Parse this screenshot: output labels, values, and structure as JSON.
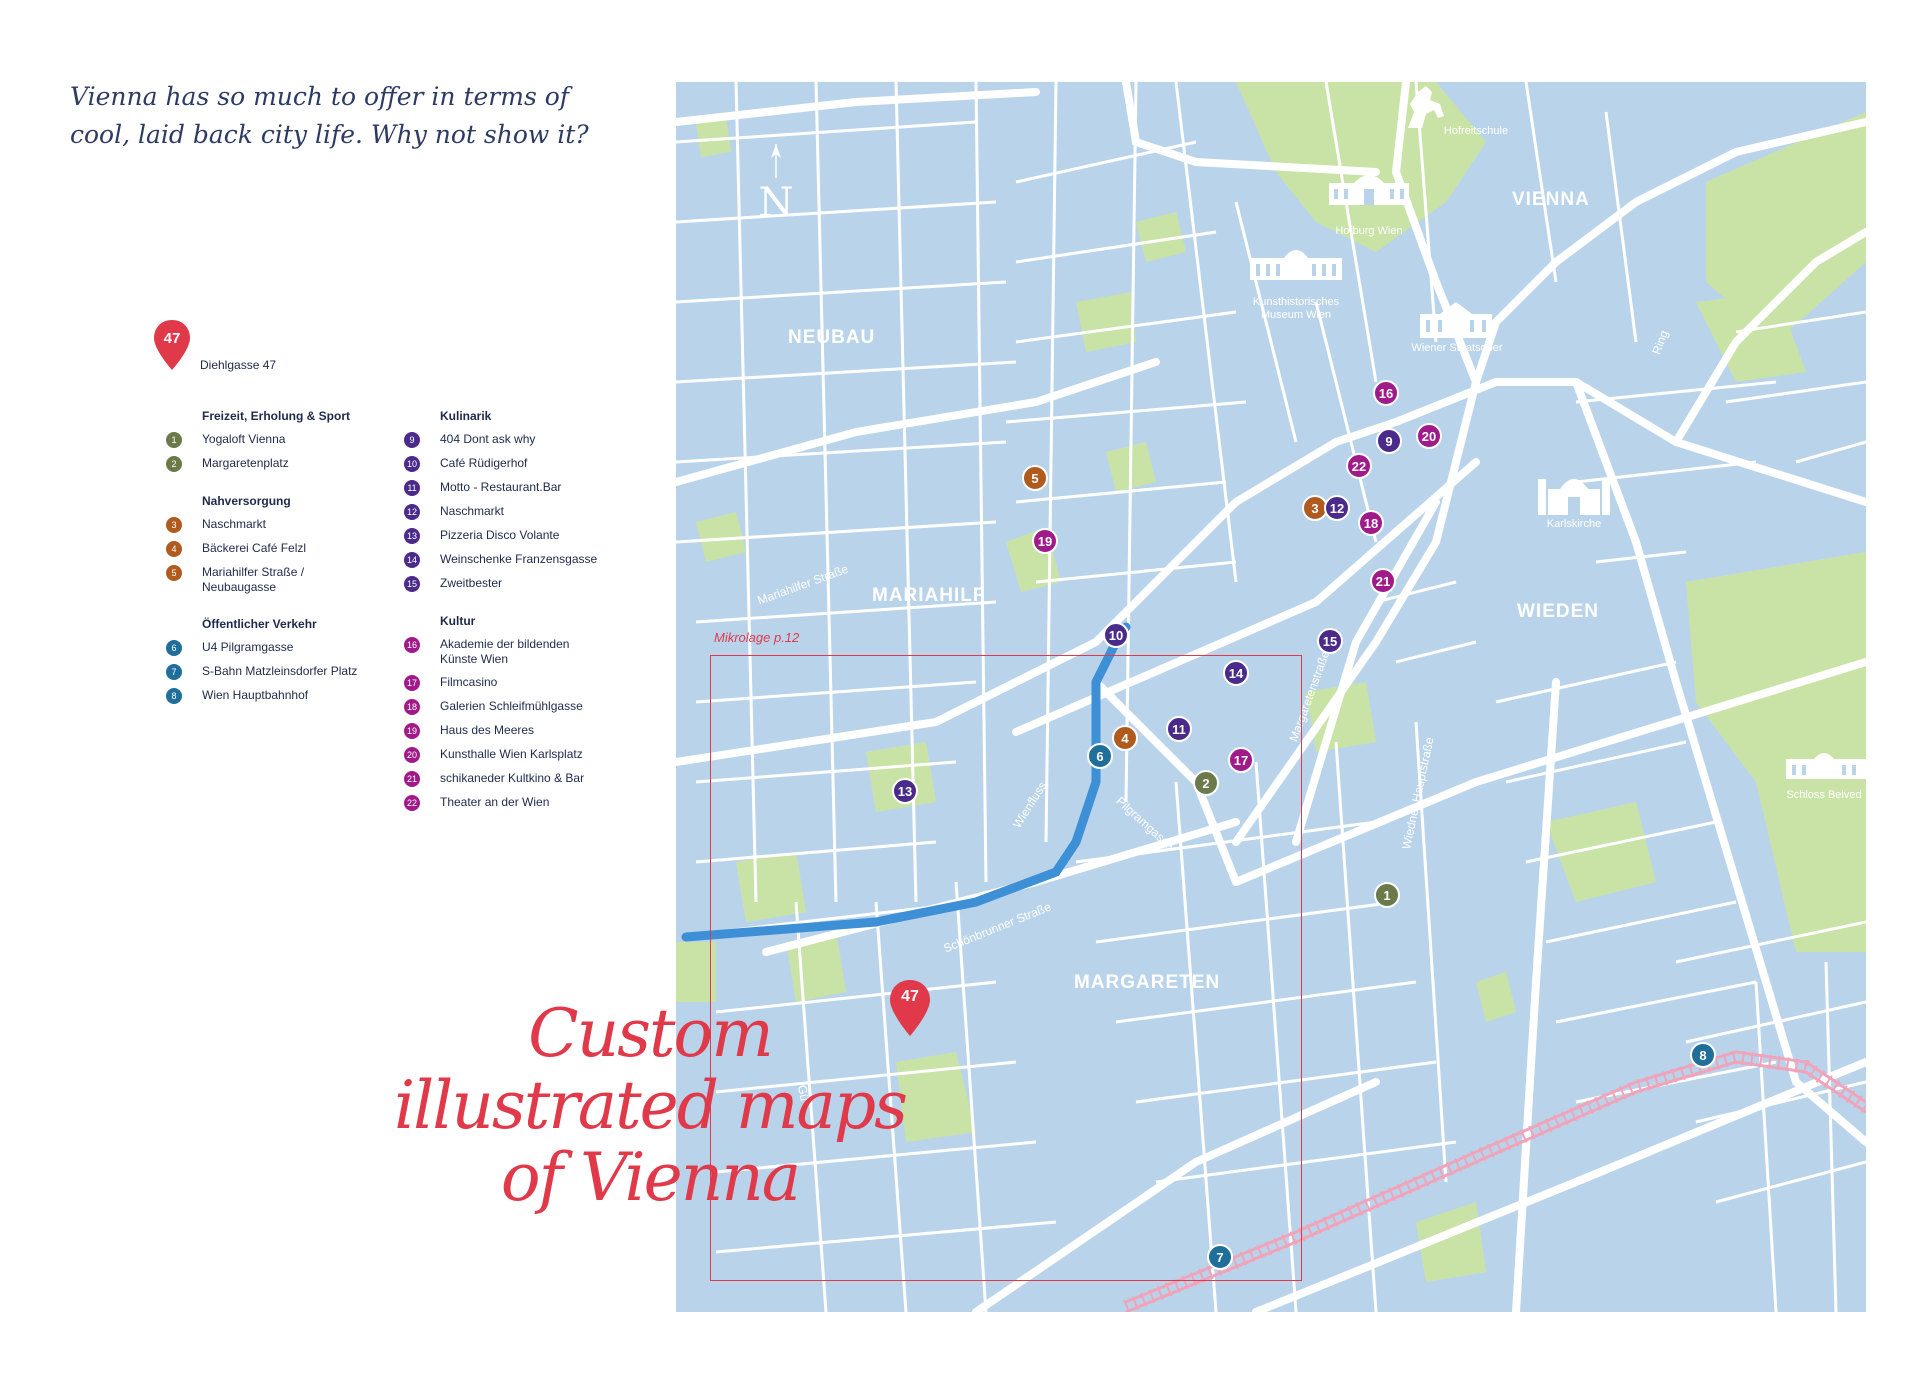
{
  "tagline": "Vienna has so much to offer in terms of cool, laid back city life. Why not show it?",
  "headline": [
    "Custom",
    "illustrated maps",
    "of Vienna"
  ],
  "compass_label": "N",
  "home_pin": {
    "number": "47",
    "label": "Diehlgasse 47",
    "color": "#e03a4a"
  },
  "mikrolage_label": "Mikrolage p.12",
  "colors": {
    "water": "#b9d4ea",
    "roads": "#ffffff",
    "parks": "#c9e3a6",
    "river": "#3d8fd6",
    "railway": "#f0a3b9",
    "accent": "#e03a4a"
  },
  "districts": [
    "NEUBAU",
    "MARIAHILF",
    "MARGARETEN",
    "WIEDEN",
    "VIENNA"
  ],
  "streets": [
    "Mariahilfer Straße",
    "Schönbrunner Straße",
    "Pilgramgasse",
    "Wienfluss",
    "Margaretenstraße",
    "Wiedner Hauptstraße",
    "Ring",
    "Gü"
  ],
  "landmarks": [
    "Hofreitschule",
    "Hofburg Wien",
    "Kunsthistorisches Museum Wien",
    "Wiener Staatsoper",
    "Karlskirche",
    "Schloss Belved"
  ],
  "legend": {
    "categories": [
      {
        "name": "Freizeit, Erholung & Sport",
        "color": "#6b7a4a",
        "items": [
          {
            "n": "1",
            "label": "Yogaloft Vienna"
          },
          {
            "n": "2",
            "label": "Margaretenplatz"
          }
        ]
      },
      {
        "name": "Nahversorgung",
        "color": "#b15a1e",
        "items": [
          {
            "n": "3",
            "label": "Naschmarkt"
          },
          {
            "n": "4",
            "label": "Bäckerei Café Felzl"
          },
          {
            "n": "5",
            "label": "Mariahilfer Straße / Neubaugasse"
          }
        ]
      },
      {
        "name": "Öffentlicher Verkehr",
        "color": "#1f6f9a",
        "items": [
          {
            "n": "6",
            "label": "U4 Pilgramgasse"
          },
          {
            "n": "7",
            "label": "S-Bahn Matzleinsdorfer Platz"
          },
          {
            "n": "8",
            "label": "Wien Hauptbahnhof"
          }
        ]
      },
      {
        "name": "Kulinarik",
        "color": "#4a2a8a",
        "items": [
          {
            "n": "9",
            "label": "404 Dont ask why"
          },
          {
            "n": "10",
            "label": "Café Rüdigerhof"
          },
          {
            "n": "11",
            "label": "Motto - Restaurant.Bar"
          },
          {
            "n": "12",
            "label": "Naschmarkt"
          },
          {
            "n": "13",
            "label": "Pizzeria Disco Volante"
          },
          {
            "n": "14",
            "label": "Weinschenke Franzensgasse"
          },
          {
            "n": "15",
            "label": "Zweitbester"
          }
        ]
      },
      {
        "name": "Kultur",
        "color": "#a11a8a",
        "items": [
          {
            "n": "16",
            "label": "Akademie der bildenden Künste Wien"
          },
          {
            "n": "17",
            "label": "Filmcasino"
          },
          {
            "n": "18",
            "label": "Galerien Schleifmühlgasse"
          },
          {
            "n": "19",
            "label": "Haus des Meeres"
          },
          {
            "n": "20",
            "label": "Kunsthalle Wien Karlsplatz"
          },
          {
            "n": "21",
            "label": "schikaneder Kultkino & Bar"
          },
          {
            "n": "22",
            "label": "Theater an der Wien"
          }
        ]
      }
    ]
  }
}
